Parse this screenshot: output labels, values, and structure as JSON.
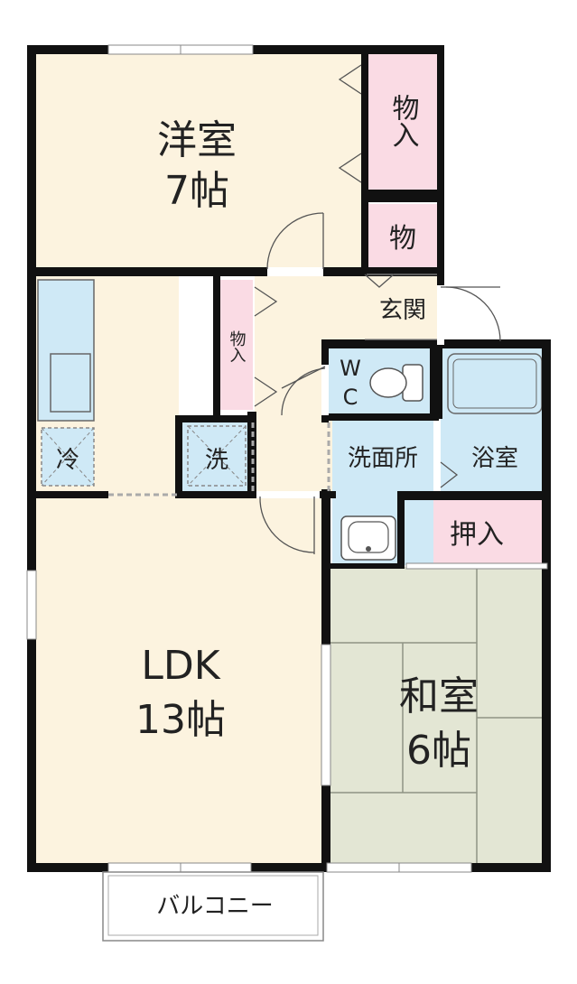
{
  "rooms": {
    "western_room": {
      "name": "洋室",
      "size": "7帖"
    },
    "closet_top": "物入",
    "storage_small": "物",
    "entrance": "玄関",
    "closet_hall": "物入",
    "wc_w": "W",
    "wc_c": "C",
    "fridge": "冷",
    "washer": "洗",
    "washroom": "洗面所",
    "bathroom": "浴室",
    "oshiire": "押入",
    "ldk": {
      "name": "LDK",
      "size": "13帖"
    },
    "japanese_room": {
      "name": "和室",
      "size": "6帖"
    },
    "balcony": "バルコニー"
  },
  "colors": {
    "wall": "#111111",
    "floor": "#fcf3df",
    "closet": "#fadbe4",
    "water": "#cfe9f6",
    "tatami": "#e3e6d4",
    "tatami_line": "#8f9484",
    "balcony": "#ffffff"
  }
}
